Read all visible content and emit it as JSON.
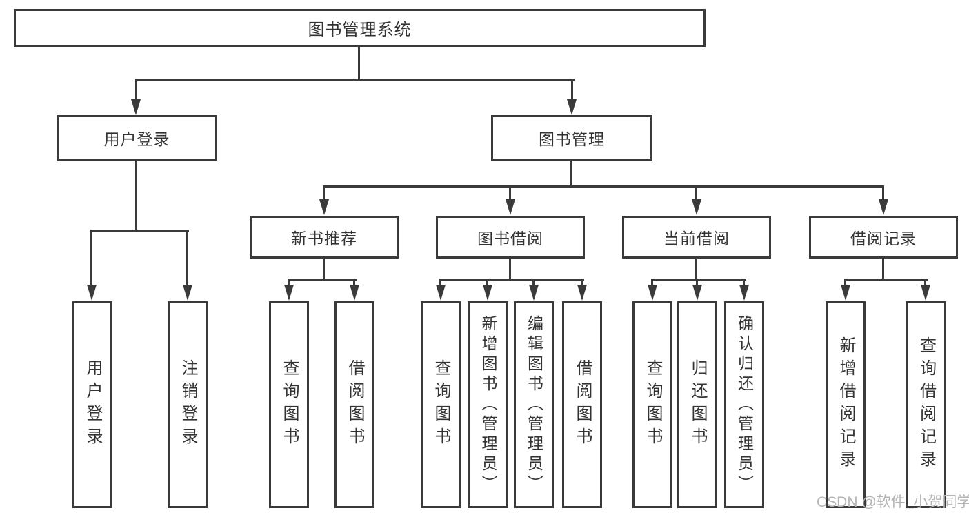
{
  "tree": {
    "root": {
      "label": "图书管理系统"
    },
    "branches": [
      {
        "label": "用户登录",
        "children": [
          {
            "label": "用户登录"
          },
          {
            "label": "注销登录"
          }
        ]
      },
      {
        "label": "图书管理",
        "children": [
          {
            "label": "新书推荐",
            "children": [
              {
                "label": "查询图书"
              },
              {
                "label": "借阅图书"
              }
            ]
          },
          {
            "label": "图书借阅",
            "children": [
              {
                "label": "查询图书"
              },
              {
                "label": "新增图书（管理员）"
              },
              {
                "label": "编辑图书（管理员）"
              },
              {
                "label": "借阅图书"
              }
            ]
          },
          {
            "label": "当前借阅",
            "children": [
              {
                "label": "查询图书"
              },
              {
                "label": "归还图书"
              },
              {
                "label": "确认归还（管理员）"
              }
            ]
          },
          {
            "label": "借阅记录",
            "children": [
              {
                "label": "新增借阅记录"
              },
              {
                "label": "查询借阅记录"
              }
            ]
          }
        ]
      }
    ]
  },
  "watermark": "CSDN @软件_小贺同学",
  "colors": {
    "line": "#3a3a3a",
    "text": "#333333",
    "watermark": "#b4b4b4",
    "background": "#ffffff"
  }
}
